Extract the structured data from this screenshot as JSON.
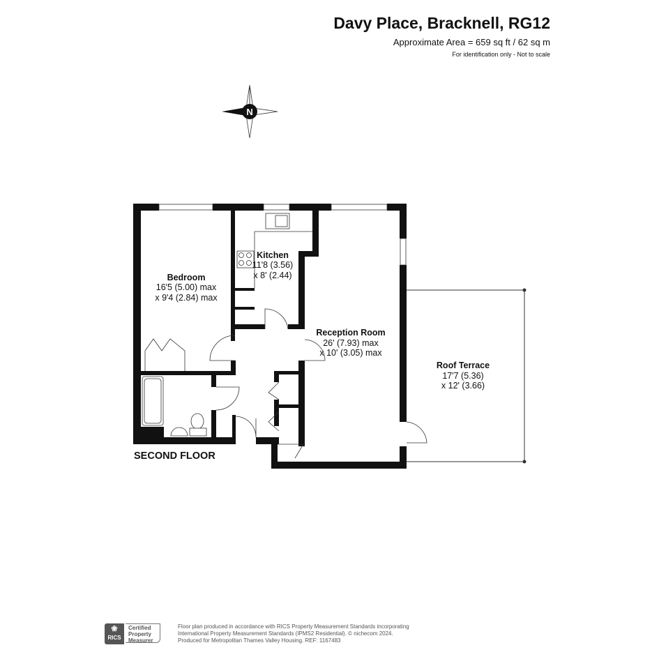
{
  "header": {
    "title": "Davy Place, Bracknell, RG12",
    "area": "Approximate Area = 659 sq ft / 62 sq m",
    "note": "For identification only - Not to scale"
  },
  "compass": {
    "label": "N"
  },
  "rooms": {
    "bedroom": {
      "name": "Bedroom",
      "dim1": "16'5 (5.00) max",
      "dim2": "x 9'4 (2.84) max"
    },
    "kitchen": {
      "name": "Kitchen",
      "dim1": "11'8 (3.56)",
      "dim2": "x 8' (2.44)"
    },
    "reception": {
      "name": "Reception Room",
      "dim1": "26' (7.93) max",
      "dim2": "x 10' (3.05) max"
    },
    "terrace": {
      "name": "Roof Terrace",
      "dim1": "17'7 (5.36)",
      "dim2": "x 12' (3.66)"
    }
  },
  "floor_label": "SECOND FLOOR",
  "footer": {
    "rics_logo": "RICS",
    "cert": [
      "Certified",
      "Property",
      "Measurer"
    ],
    "lines": [
      "Floor plan produced in accordance with RICS Property Measurement Standards incorporating",
      "International Property Measurement Standards (IPMS2 Residential).   © nichecom 2024.",
      "Produced for Metropolitan Thames Valley Housing.   REF:  1167483"
    ]
  }
}
